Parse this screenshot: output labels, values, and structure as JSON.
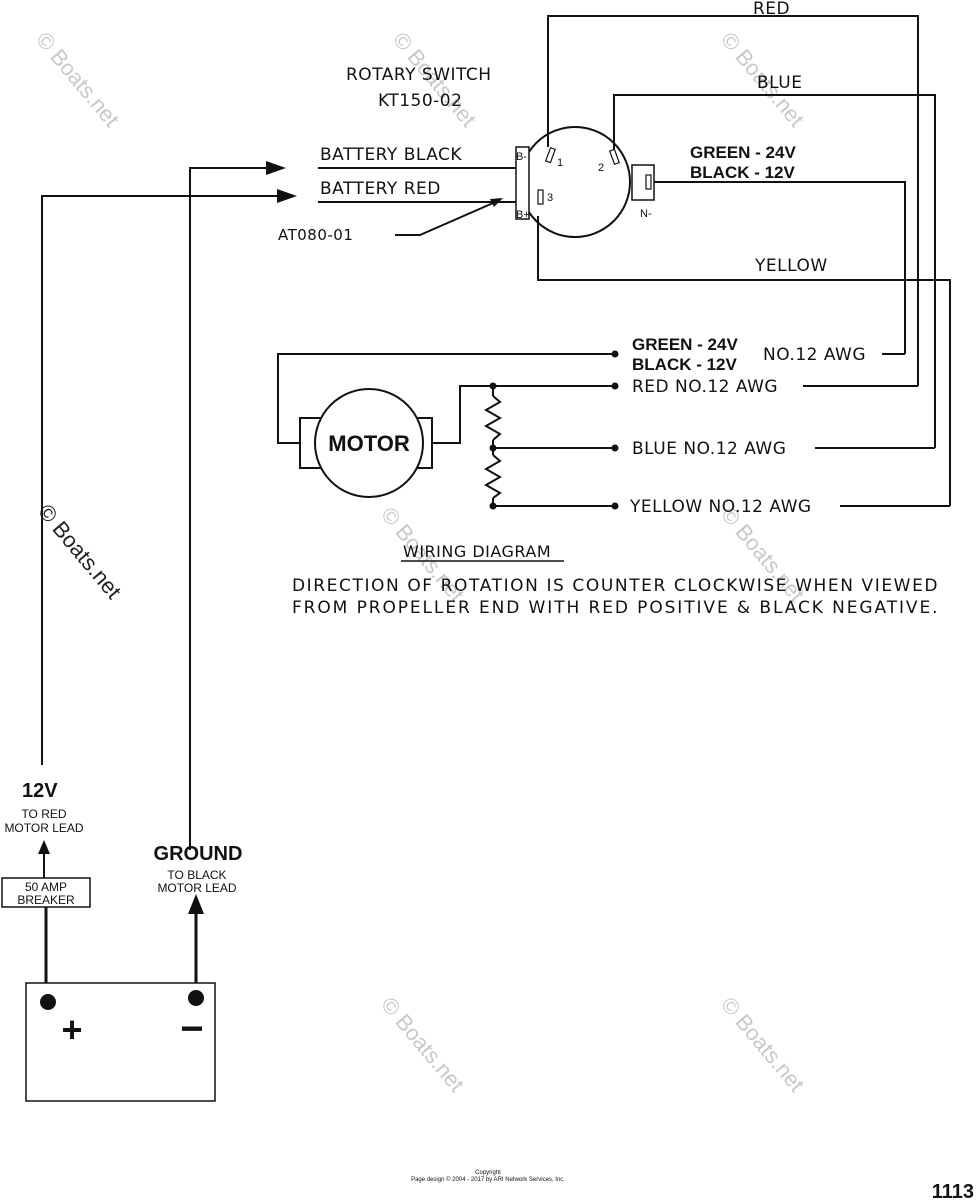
{
  "switch": {
    "title_line1": "ROTARY SWITCH",
    "title_line2": "KT150-02",
    "terminal_1": "1",
    "terminal_2": "2",
    "terminal_3": "3",
    "terminal_b_minus": "B-",
    "terminal_b_plus": "B+",
    "terminal_n_minus": "N-"
  },
  "switch_wires": {
    "red": "RED",
    "blue": "BLUE",
    "green_24v": "GREEN - 24V",
    "black_12v": "BLACK - 12V",
    "yellow": "YELLOW"
  },
  "battery_leads": {
    "black": "BATTERY BLACK",
    "red": "BATTERY RED",
    "part": "AT080-01"
  },
  "motor": {
    "label": "MOTOR",
    "green_24v": "GREEN - 24V",
    "black_12v": "BLACK - 12V",
    "black_awg": "NO.12 AWG",
    "red_lead": "RED NO.12 AWG",
    "blue_lead": "BLUE NO.12 AWG",
    "yellow_lead": "YELLOW NO.12 AWG"
  },
  "notes": {
    "heading": "WIRING DIAGRAM",
    "line1": "DIRECTION OF ROTATION IS COUNTER CLOCKWISE WHEN VIEWED",
    "line2": "FROM PROPELLER END WITH RED POSITIVE & BLACK NEGATIVE."
  },
  "battery": {
    "positive_voltage": "12V",
    "positive_desc_1": "TO RED",
    "positive_desc_2": "MOTOR LEAD",
    "breaker_1": "50 AMP",
    "breaker_2": "BREAKER",
    "ground": "GROUND",
    "ground_desc_1": "TO BLACK",
    "ground_desc_2": "MOTOR LEAD",
    "plus_sign": "+",
    "minus_sign": "−"
  },
  "watermark": "© Boats.net",
  "copyright_line1": "Copyright",
  "copyright_line2": "Page design © 2004 - 2017 by ARI Network Services, Inc.",
  "page_number": "1113"
}
